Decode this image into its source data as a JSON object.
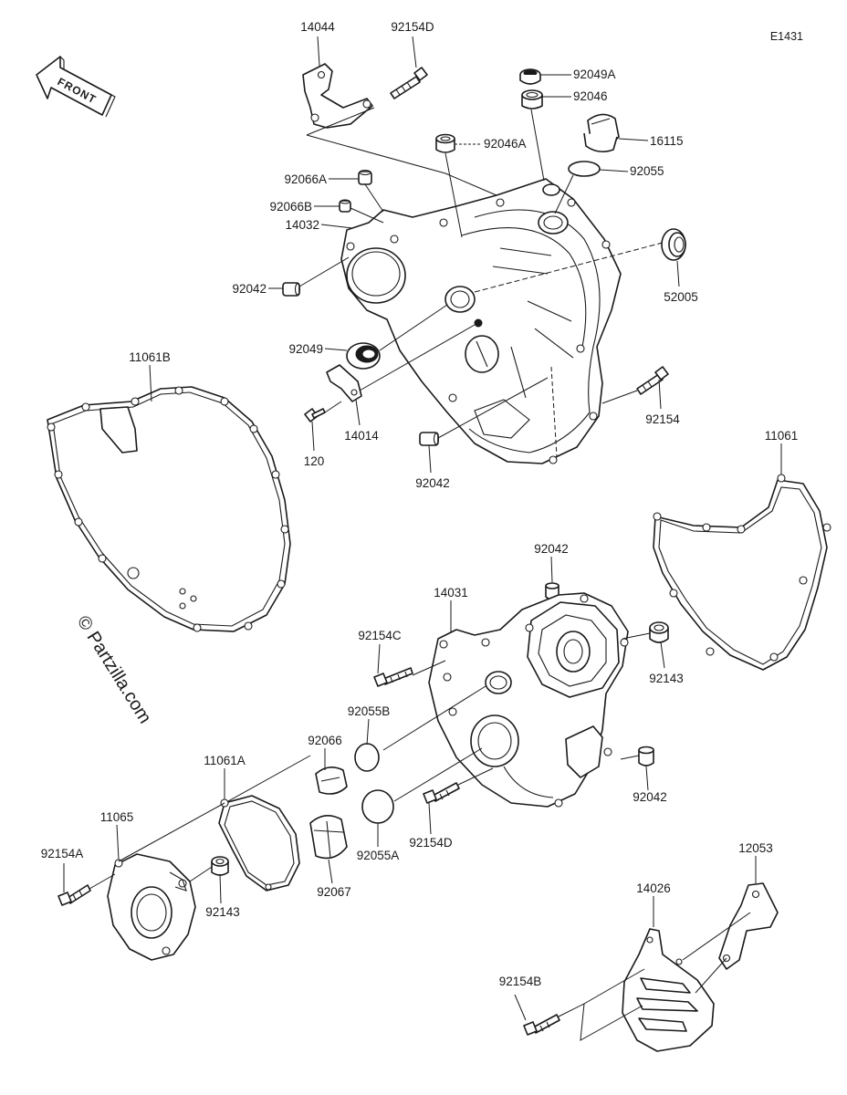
{
  "diagram_code": "E1431",
  "watermark": "© Partzilla.com",
  "front_label": "FRONT",
  "parts": {
    "p14044": "14044",
    "p92154D_top": "92154D",
    "p92049A": "92049A",
    "p92046": "92046",
    "p92046A": "92046A",
    "p16115": "16115",
    "p92055": "92055",
    "p92066A": "92066A",
    "p92066B": "92066B",
    "p14032": "14032",
    "p52005": "52005",
    "p92042_left": "92042",
    "p92049": "92049",
    "p11061B": "11061B",
    "p14014": "14014",
    "p120": "120",
    "p92154": "92154",
    "p92042_mid": "92042",
    "p11061": "11061",
    "p92042_center": "92042",
    "p14031": "14031",
    "p92154C": "92154C",
    "p92143_right": "92143",
    "p92055B": "92055B",
    "p92066": "92066",
    "p11061A": "11061A",
    "p92042_lower": "92042",
    "p11065": "11065",
    "p92154D_bottom": "92154D",
    "p92154A": "92154A",
    "p92055A": "92055A",
    "p92143_left": "92143",
    "p92067": "92067",
    "p12053": "12053",
    "p14026": "14026",
    "p92154B": "92154B"
  }
}
